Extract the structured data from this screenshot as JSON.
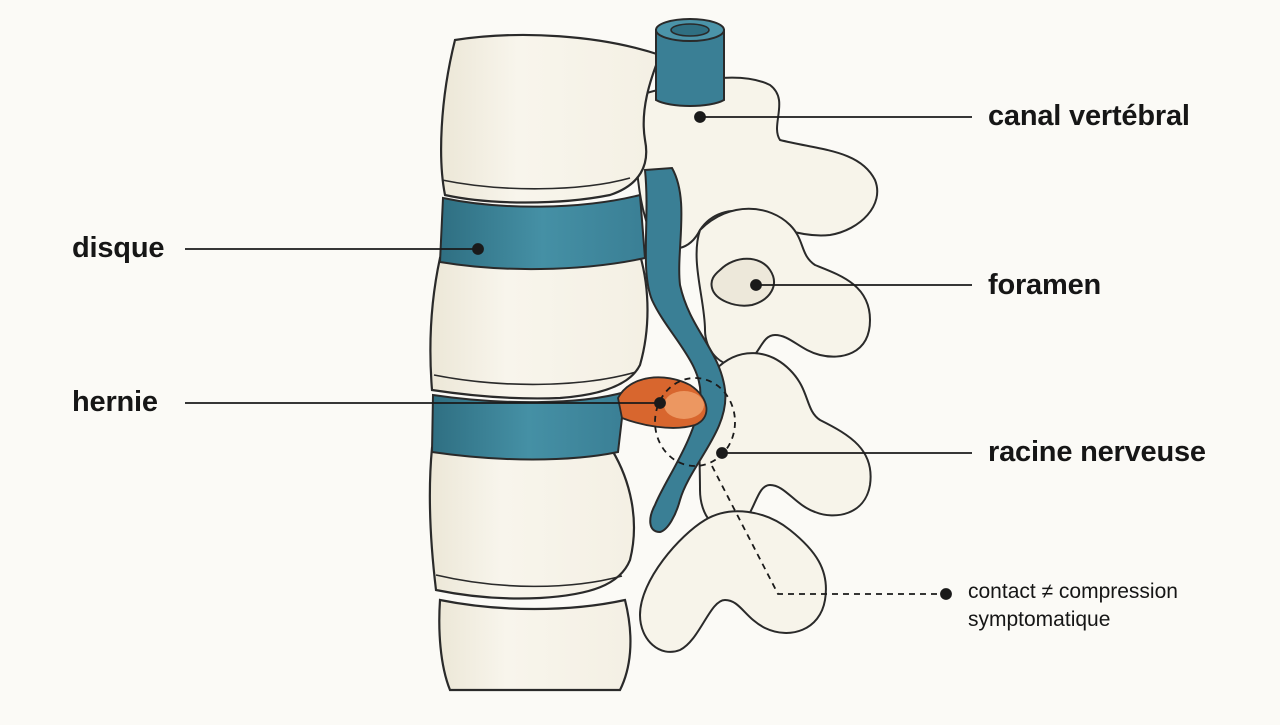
{
  "labels": {
    "canal": "canal vertébral",
    "disque": "disque",
    "foramen": "foramen",
    "hernie": "hernie",
    "racine": "racine nerveuse"
  },
  "note": {
    "line1": "contact ≠ compression",
    "line2": "symptomatique"
  },
  "colors": {
    "background": "#fbfaf6",
    "bone": "#f7f4ea",
    "bone_shadow": "#e9e4d4",
    "outline": "#2a2a2a",
    "disc": "#3d8498",
    "disc_dark": "#2f6f82",
    "nerve": "#3a7f95",
    "hernia": "#d8662e",
    "hernia_light": "#f0a06a",
    "leader": "#1a1a1a"
  }
}
